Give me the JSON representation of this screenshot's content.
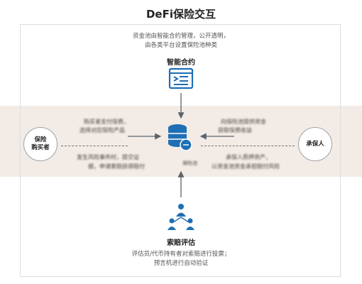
{
  "title": "DeFi保险交互",
  "top_description": {
    "line1": "资金池由智能合约管理，公开透明，",
    "line2": "由各类平台设置保险池种类"
  },
  "smart_contract": {
    "label": "智能合约",
    "icon": "list-document-icon",
    "color": "#1f6fb5"
  },
  "center_pool": {
    "icon": "coin-stack-icon",
    "caption": "保险池",
    "color": "#1f6fb5"
  },
  "left_node": {
    "line1": "保险",
    "line2": "购买者"
  },
  "right_node": {
    "label": "承保人"
  },
  "left_upper_text": {
    "line1": "购买者支付保费，",
    "line2": "选择对应保险产品"
  },
  "left_lower_text": {
    "line1": "发生风险事件时，提交证",
    "line2": "据，申请索赔获得赔付"
  },
  "right_upper_text": {
    "line1": "向保险池提供资金",
    "line2": "获取保费收益"
  },
  "right_lower_text": {
    "line1": "承保人质押资产，",
    "line2": "以资金池资金承担赔付风险"
  },
  "claims": {
    "label": "索赔评估",
    "icon": "people-network-icon",
    "line1": "评估员/代币持有者对索赔进行投票；",
    "line2": "预言机进行自动验证",
    "color": "#1f6fb5"
  }
}
